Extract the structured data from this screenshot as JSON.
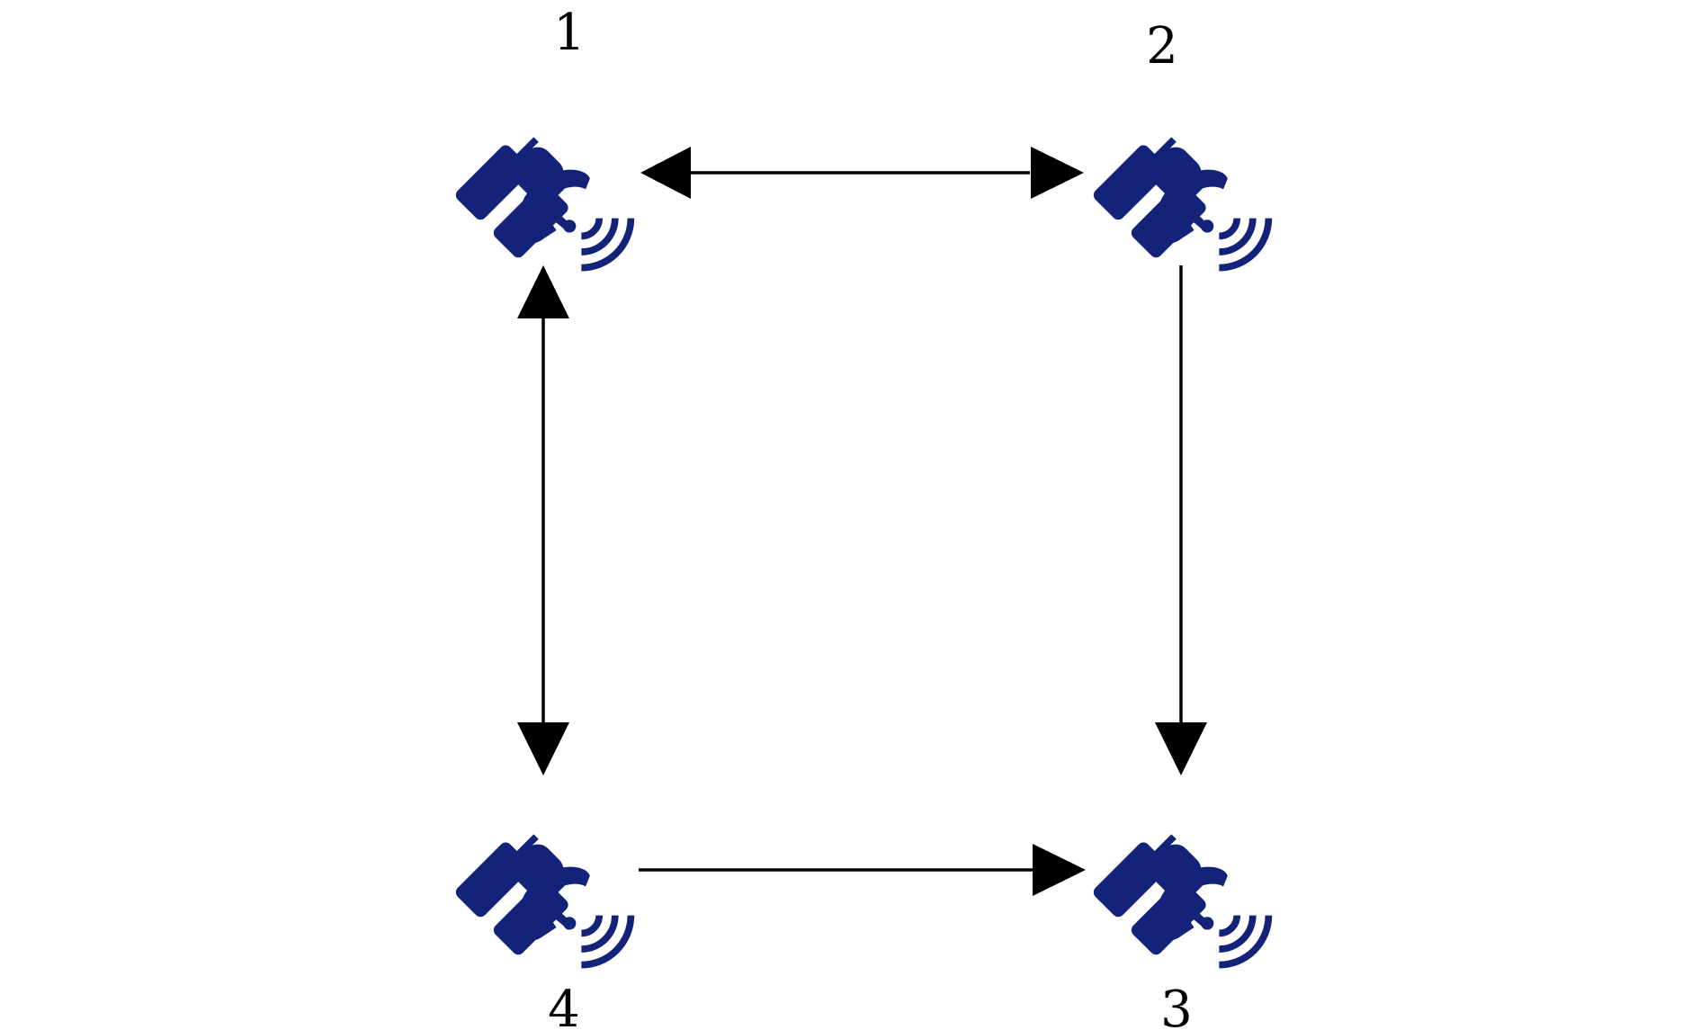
{
  "colors": {
    "satellite": "#13237a",
    "edge": "#000000",
    "background": "#ffffff"
  },
  "nodes": [
    {
      "id": "1",
      "label": "1",
      "icon": "satellite-icon"
    },
    {
      "id": "2",
      "label": "2",
      "icon": "satellite-icon"
    },
    {
      "id": "3",
      "label": "3",
      "icon": "satellite-icon"
    },
    {
      "id": "4",
      "label": "4",
      "icon": "satellite-icon"
    }
  ],
  "edges": [
    {
      "from": "1",
      "to": "2",
      "direction": "bidirectional"
    },
    {
      "from": "1",
      "to": "4",
      "direction": "bidirectional"
    },
    {
      "from": "2",
      "to": "3",
      "direction": "forward"
    },
    {
      "from": "4",
      "to": "3",
      "direction": "forward"
    }
  ]
}
